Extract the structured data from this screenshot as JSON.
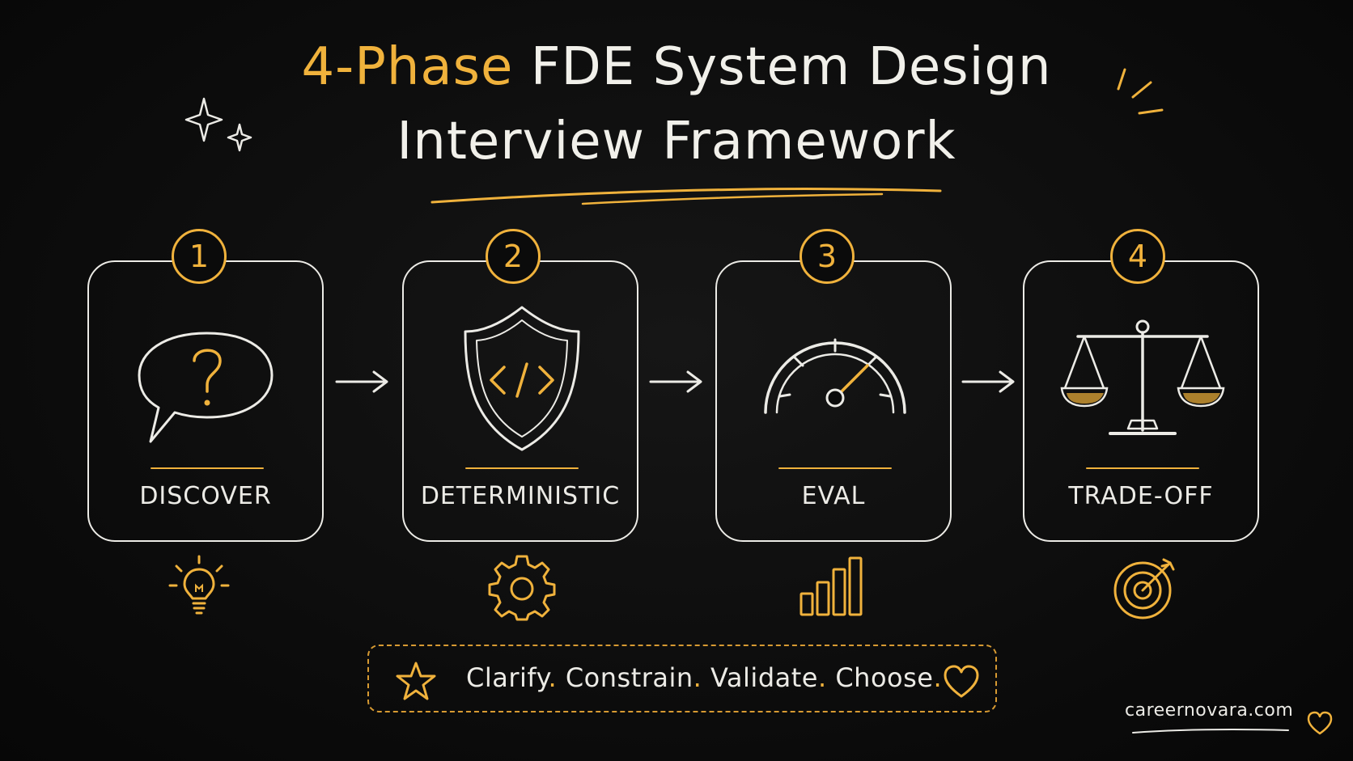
{
  "title": {
    "line1_accent": "4-Phase",
    "line1_rest": " FDE System Design",
    "line2": "Interview Framework"
  },
  "phases": [
    {
      "number": "1",
      "label": "DISCOVER",
      "icon": "question-speech-bubble-icon",
      "bottom_icon": "lightbulb-icon"
    },
    {
      "number": "2",
      "label": "DETERMINISTIC",
      "icon": "code-shield-icon",
      "bottom_icon": "gear-icon"
    },
    {
      "number": "3",
      "label": "EVAL",
      "icon": "speedometer-gauge-icon",
      "bottom_icon": "bar-chart-icon"
    },
    {
      "number": "4",
      "label": "TRADE-OFF",
      "icon": "balance-scale-icon",
      "bottom_icon": "target-dart-icon"
    }
  ],
  "tagline": {
    "words": [
      "Clarify",
      "Constrain",
      "Validate",
      "Choose"
    ],
    "w1": "Clarify",
    "w2": "Constrain",
    "w3": "Validate",
    "w4": "Choose",
    "separator": "."
  },
  "footer": {
    "site": "careernovara.com"
  },
  "colors": {
    "accent": "#f0b23c",
    "chalk": "#ecebe6",
    "background": "#0b0b0b"
  }
}
